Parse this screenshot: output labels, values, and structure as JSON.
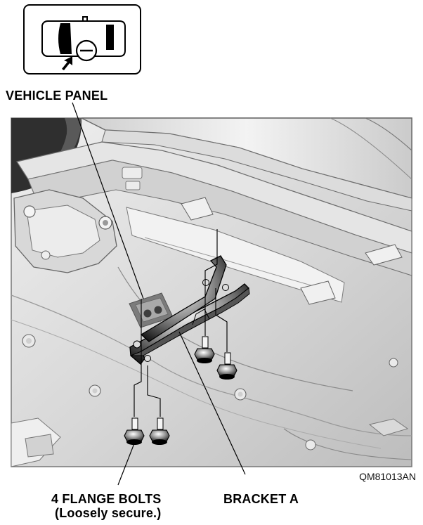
{
  "labels": {
    "vehicle_panel": "VEHICLE PANEL",
    "flange_bolts_line1": "4 FLANGE BOLTS",
    "flange_bolts_line2": "(Loosely secure.)",
    "bracket_a": "BRACKET A"
  },
  "figure_id": "QM81013AN",
  "icons": {
    "location_indicator": "vehicle-location-indicator-icon"
  },
  "colors": {
    "line": "#000000",
    "panel_light": "#e9e9e9",
    "panel_mid": "#c8c8c8",
    "panel_dark": "#8e8e8e",
    "bracket": "#3a3a3a"
  }
}
